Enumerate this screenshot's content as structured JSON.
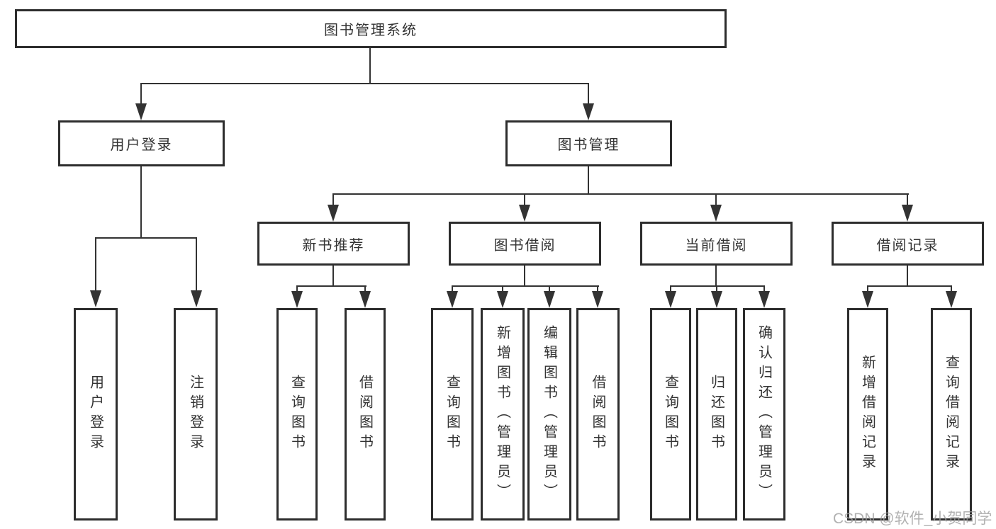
{
  "diagram": {
    "root": {
      "label": "图书管理系统"
    },
    "branches": [
      {
        "label": "用户登录",
        "children": [
          {
            "label": "用户登录"
          },
          {
            "label": "注销登录"
          }
        ]
      },
      {
        "label": "图书管理",
        "children": [
          {
            "label": "新书推荐",
            "children": [
              {
                "label": "查询图书"
              },
              {
                "label": "借阅图书"
              }
            ]
          },
          {
            "label": "图书借阅",
            "children": [
              {
                "label": "查询图书"
              },
              {
                "label": "新增图书（管理员）"
              },
              {
                "label": "编辑图书（管理员）"
              },
              {
                "label": "借阅图书"
              }
            ]
          },
          {
            "label": "当前借阅",
            "children": [
              {
                "label": "查询图书"
              },
              {
                "label": "归还图书"
              },
              {
                "label": "确认归还（管理员）"
              }
            ]
          },
          {
            "label": "借阅记录",
            "children": [
              {
                "label": "新增借阅记录"
              },
              {
                "label": "查询借阅记录"
              }
            ]
          }
        ]
      }
    ],
    "colors": {
      "line": "#333333",
      "box_border": "#2d2d2d",
      "text": "#333333",
      "watermark": "#9e9e9e"
    }
  },
  "watermark": {
    "text": "CSDN @软件_小贺同学"
  }
}
